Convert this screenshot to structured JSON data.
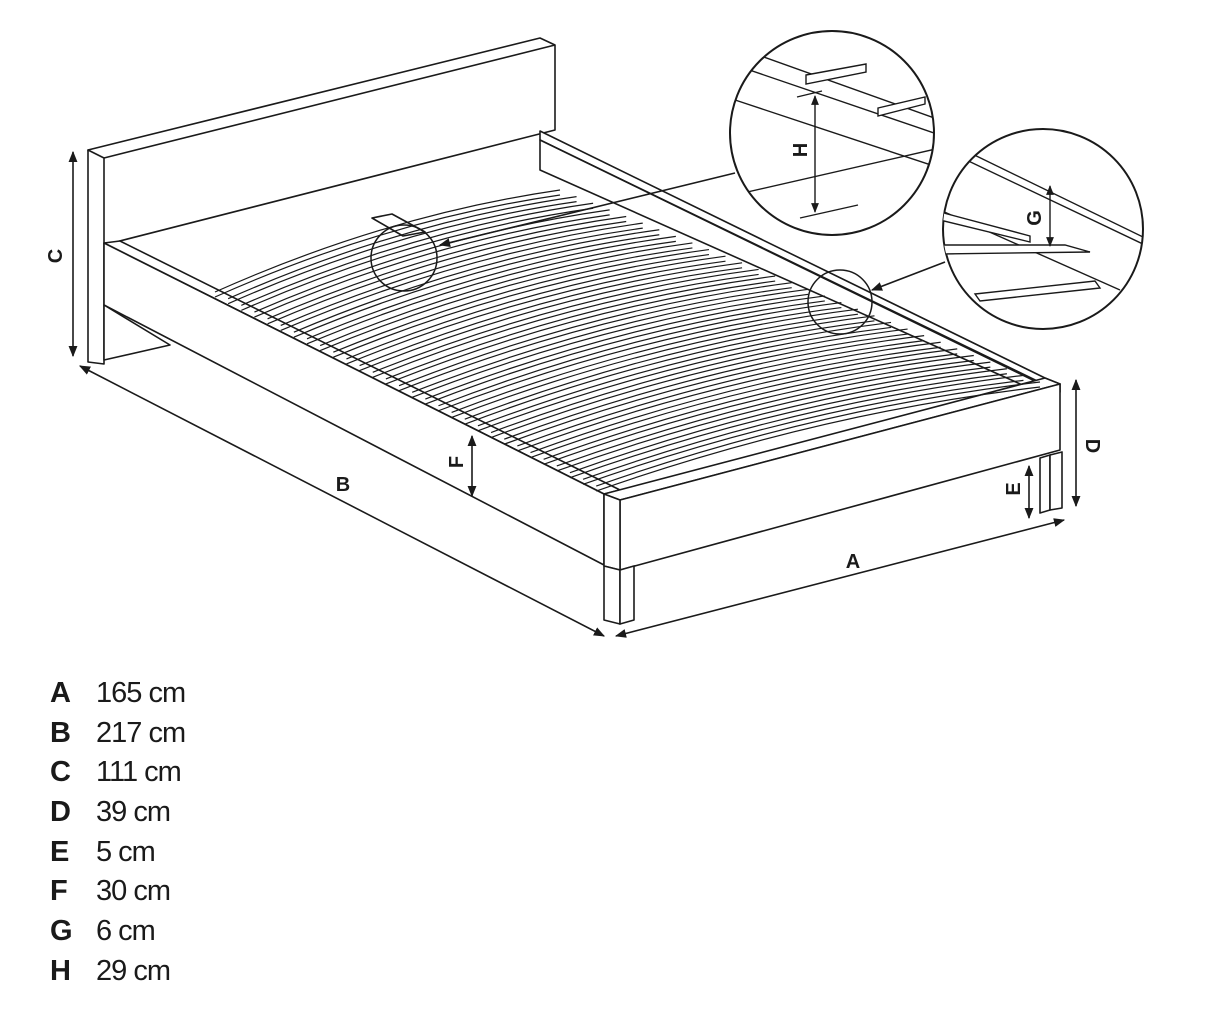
{
  "diagram": {
    "labels": {
      "A": "A",
      "B": "B",
      "C": "C",
      "D": "D",
      "E": "E",
      "F": "F",
      "G": "G",
      "H": "H"
    }
  },
  "legend": [
    {
      "letter": "A",
      "value": "165 cm"
    },
    {
      "letter": "B",
      "value": "217 cm"
    },
    {
      "letter": "C",
      "value": "111 cm"
    },
    {
      "letter": "D",
      "value": "39 cm"
    },
    {
      "letter": "E",
      "value": "5 cm"
    },
    {
      "letter": "F",
      "value": "30 cm"
    },
    {
      "letter": "G",
      "value": "6 cm"
    },
    {
      "letter": "H",
      "value": "29 cm"
    }
  ]
}
